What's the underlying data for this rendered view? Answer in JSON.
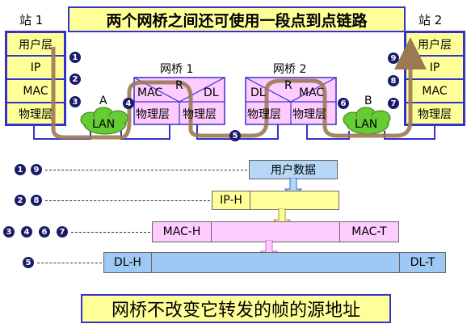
{
  "title": "两个网桥之间还可使用一段点到点链路",
  "footer": "网桥不改变它转发的帧的源地址",
  "station1": {
    "label": "站 1",
    "layers": [
      "用户层",
      "IP",
      "MAC",
      "物理层"
    ]
  },
  "station2": {
    "label": "站 2",
    "layers": [
      "用户层",
      "IP",
      "MAC",
      "物理层"
    ]
  },
  "bridge1": {
    "label": "网桥 1",
    "mac": "MAC",
    "r": "R",
    "dl": "DL",
    "phy_left": "物理层",
    "phy_right": "物理层"
  },
  "bridge2": {
    "label": "网桥 2",
    "dl": "DL",
    "r": "R",
    "mac": "MAC",
    "phy_left": "物理层",
    "phy_right": "物理层"
  },
  "lan_a": {
    "letter": "A",
    "label": "LAN"
  },
  "lan_b": {
    "letter": "B",
    "label": "LAN"
  },
  "steps": {
    "s1": "1",
    "s2": "2",
    "s3": "3",
    "s4": "4",
    "s5": "5",
    "s6": "6",
    "s7": "7",
    "s8": "8",
    "s9": "9"
  },
  "frames": {
    "user_data": "用户数据",
    "ip_h": "IP-H",
    "mac_h": "MAC-H",
    "mac_t": "MAC-T",
    "dl_h": "DL-H",
    "dl_t": "DL-T"
  },
  "colors": {
    "frame_border": "#3333cc",
    "layer_fill": "#ffff99",
    "bridge_fill": "#ffccff",
    "lan_fill": "#66cc33",
    "path": "#9b7a52",
    "user_data_fill": "#b7d7f7",
    "mac_fill": "#ffccff",
    "dl_fill": "#9ec9f5"
  }
}
